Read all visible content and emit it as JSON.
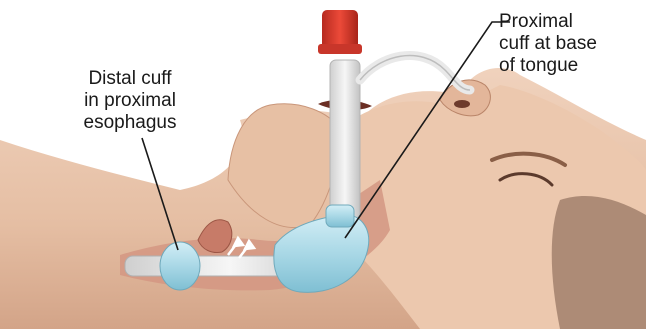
{
  "labels": {
    "distal_cuff": [
      "Distal cuff",
      "in proximal",
      "esophagus"
    ],
    "proximal_cuff": [
      "Proximal",
      "cuff at base",
      "of tongue"
    ]
  },
  "colors": {
    "skin": "#e9c3a8",
    "skin_shadow": "#c9967a",
    "tube": "#e8e8e8",
    "cuff": "#a9d8e6",
    "valve": "#d8392b",
    "tissue": "#d9a08c",
    "leader_line": "#1a1a1a",
    "arrow": "#ffffff"
  },
  "icons": [
    "airway-tube-illustration",
    "airflow-arrow-icon"
  ]
}
